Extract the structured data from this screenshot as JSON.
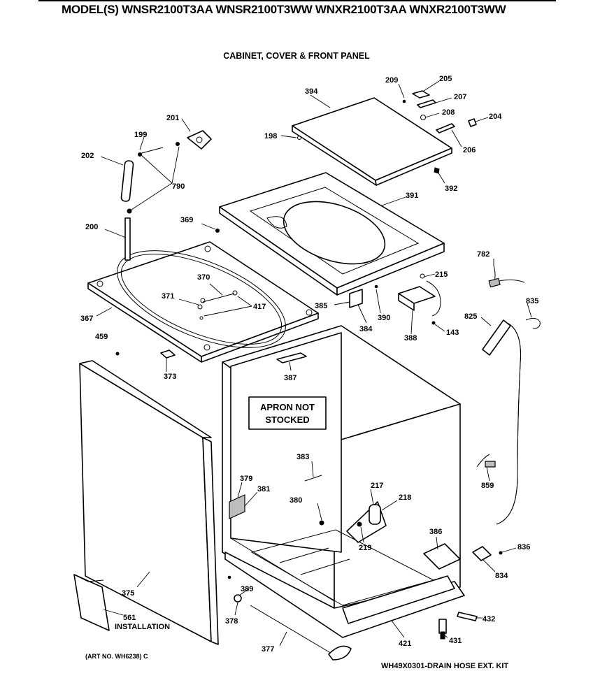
{
  "header": {
    "model_line": "MODEL(S) WNSR2100T3AA  WNSR2100T3WW  WNXR2100T3AA  WNXR2100T3WW",
    "section_title": "CABINET, COVER & FRONT PANEL"
  },
  "footer": {
    "art_number": "(ART NO. WH6238) C",
    "kit_note": "WH49X0301-DRAIN HOSE EXT. KIT"
  },
  "notice": {
    "line1": "APRON NOT",
    "line2": "STOCKED"
  },
  "callouts": {
    "c394": "394",
    "c209": "209",
    "c205": "205",
    "c207": "207",
    "c208": "208",
    "c204": "204",
    "c206": "206",
    "c198": "198",
    "c201": "201",
    "c199": "199",
    "c202": "202",
    "c790": "790",
    "c392": "392",
    "c391": "391",
    "c369": "369",
    "c200": "200",
    "c370": "370",
    "c371": "371",
    "c417": "417",
    "c367": "367",
    "c782": "782",
    "c215": "215",
    "c385": "385",
    "c390": "390",
    "c384": "384",
    "c388": "388",
    "c143": "143",
    "c835": "835",
    "c825": "825",
    "c459": "459",
    "c373": "373",
    "c387": "387",
    "c383": "383",
    "c379": "379",
    "c381": "381",
    "c217": "217",
    "c218": "218",
    "c380": "380",
    "c219": "219",
    "c859": "859",
    "c386": "386",
    "c836": "836",
    "c834": "834",
    "c375": "375",
    "c389": "389",
    "c561": "561",
    "c378": "378",
    "c432": "432",
    "c421": "421",
    "c431": "431",
    "c377": "377",
    "installation": "INSTALLATION"
  }
}
